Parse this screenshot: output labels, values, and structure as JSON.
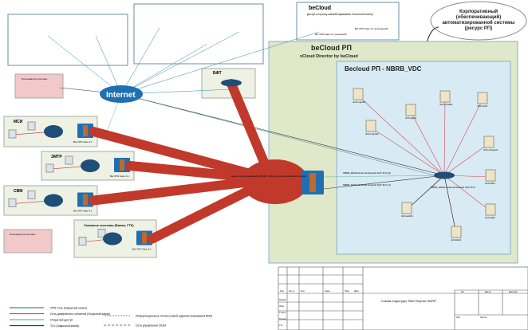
{
  "colors": {
    "vpn": "#3a8a9a",
    "dmz": "#d9475a",
    "open": "#5fc0a0",
    "tls": "#333333",
    "tunnel": "#c0392b",
    "zone_green": "#dfe8c8",
    "zone_blue": "#d8eaf3",
    "zone_pink": "#f2c8c8"
  },
  "internet": {
    "label": "Internet"
  },
  "becloud_access": {
    "title": "beCloud",
    "subtitle": "Доступ к порталу самообслуживания vCloud beCloud.by",
    "dev1": "Bel VPN Gate 4.1 (основной)",
    "dev2": "Bel VPN Gate 4.1 (резервный)"
  },
  "becloud_rp": {
    "title": "beCloud РП",
    "subtitle": "vCloud Director by beCloud"
  },
  "vdc": {
    "title": "Becloud РП - NBRB_VDC",
    "router_label": "NBRB_EDGE External Network NAT IPv4"
  },
  "cloud_note": {
    "label": "Корпоративный (обеспечивающий) автоматизированной системы (ресурс РП)"
  },
  "bft": {
    "title": "БФТ"
  },
  "zones": [
    {
      "title": "МСИ",
      "gate": "Bel VPN Gate 4.1"
    },
    {
      "title": "ЗМТР",
      "gate": "Bel VPN Gate 4.1"
    },
    {
      "title": "СВМ",
      "gate": "Bel VPN Gate 4.1"
    },
    {
      "title": "Смежные системы (Банки, ГТК)",
      "gate": "Bel VPN Gate 4.1"
    }
  ],
  "users": [
    {
      "label": "Пользователи системы"
    },
    {
      "label": "Пользователи системы"
    }
  ],
  "hub": {
    "label": "Канал «Корпоративный» (ВИЗА, ЭКС-порталы) Банковский сегмент"
  },
  "ext_links": [
    "NBRB_EDGE External Network NAT IPv4 (0)",
    "NBRB_EDGE External Network NAT IPv4 (1)"
  ],
  "servers": [
    "nbrb-mgmt01",
    "nbrb-app01",
    "nbrb-portal01",
    "nbrb-srv01",
    "nbrb-mgmt02",
    "nbrb-charge01",
    "nbrb-db01",
    "nbrb-web01",
    "nbrb-file01",
    "nbrb-db02"
  ],
  "legend": [
    {
      "label": "VPN Сеть (Закрытый канал)",
      "style": "vpn"
    },
    {
      "label": "Сеть доверенного сегмента (Открытый канал)",
      "style": "dmz"
    },
    {
      "label": "Открытый доступ",
      "style": "open"
    },
    {
      "label": "TLS (Закрытый канал)",
      "style": "tls"
    }
  ],
  "legend2": [
    {
      "label": "Информационные потоки (новой администрирования ВИЗ)",
      "style": "dotted"
    },
    {
      "label": "Сеть управления СКЗИ",
      "style": "dashed"
    }
  ],
  "title_block": {
    "doc_title": "Схема структуры \"Веб Портал НБРБ\"",
    "headers": [
      "Изм",
      "Кол.уч",
      "Лист",
      "№док",
      "Подп",
      "Дата"
    ],
    "side": [
      "Разраб",
      "Пров",
      "Т.контр",
      "Н.контр",
      "Утв"
    ],
    "stage": [
      "Лит",
      "Масса",
      "Масштаб"
    ],
    "sheet": [
      "Лист",
      "Листов"
    ]
  }
}
